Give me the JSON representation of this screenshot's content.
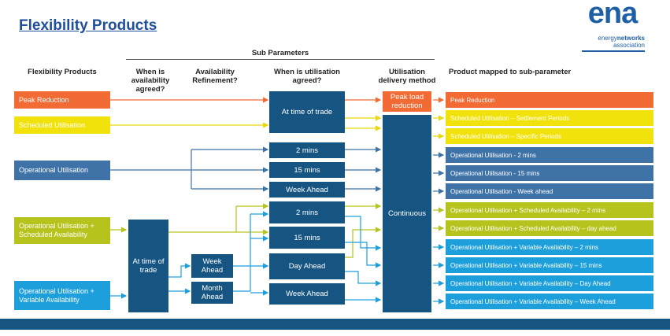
{
  "title": "Flexibility Products",
  "logo": {
    "mark": "ena",
    "line_a": "energy",
    "line_b": "networks",
    "line_c": "association"
  },
  "headers": {
    "sub_parameters": "Sub Parameters",
    "flex_products": "Flexibility Products",
    "when_available": "When is availability agreed?",
    "availability_refinement": "Availability Refinement?",
    "when_utilisation": "When is utilisation agreed?",
    "delivery_method": "Utilisation delivery method",
    "mapped": "Product mapped to sub-parameter"
  },
  "products": [
    {
      "label": "Peak Reduction",
      "color": "#f26a34"
    },
    {
      "label": "Scheduled Utilisation",
      "color": "#f2e20c"
    },
    {
      "label": "Operational Utilisation",
      "color": "#3f73a8"
    },
    {
      "label": "Operational Utilisation + Scheduled Availability",
      "color": "#b6c31c"
    },
    {
      "label": "Operational Utilisation + Variable Availability",
      "color": "#1d9fdc"
    }
  ],
  "availability": {
    "at_time_of_trade": "At time of trade"
  },
  "refinement": {
    "week_ahead": "Week Ahead",
    "month_ahead": "Month Ahead"
  },
  "utilisation": {
    "at_time_of_trade": "At time of trade",
    "op_2": "2 mins",
    "op_15": "15 mins",
    "op_week": "Week Ahead",
    "sch_2": "2 mins",
    "sch_15": "15 mins",
    "sch_day": "Day Ahead",
    "sch_week": "Week Ahead"
  },
  "delivery": {
    "peak": "Peak load reduction",
    "continuous": "Continuous"
  },
  "mapped": [
    {
      "label": "Peak Reduction",
      "color": "#f26a34"
    },
    {
      "label": "Scheduled Utilisation – Settlement Periods",
      "color": "#f2e20c"
    },
    {
      "label": "Scheduled Utilisation – Specific Periods",
      "color": "#f2e20c"
    },
    {
      "label": "Operational Utilisation  - 2 mins",
      "color": "#3f73a8"
    },
    {
      "label": "Operational Utilisation  - 15 mins",
      "color": "#3f73a8"
    },
    {
      "label": "Operational Utilisation  - Week ahead",
      "color": "#3f73a8"
    },
    {
      "label": "Operational Utilisation + Scheduled Availability – 2 mins",
      "color": "#b6c31c"
    },
    {
      "label": "Operational Utilisation + Scheduled Availability – day ahead",
      "color": "#b6c31c"
    },
    {
      "label": "Operational Utilisation + Variable Availability – 2 mins",
      "color": "#1d9fdc"
    },
    {
      "label": "Operational Utilisation + Variable Availability – 15 mins",
      "color": "#1d9fdc"
    },
    {
      "label": "Operational Utilisation + Variable Availability – Day Ahead",
      "color": "#1d9fdc"
    },
    {
      "label": "Operational Utilisation + Variable Availability – Week Ahead",
      "color": "#1d9fdc"
    }
  ]
}
